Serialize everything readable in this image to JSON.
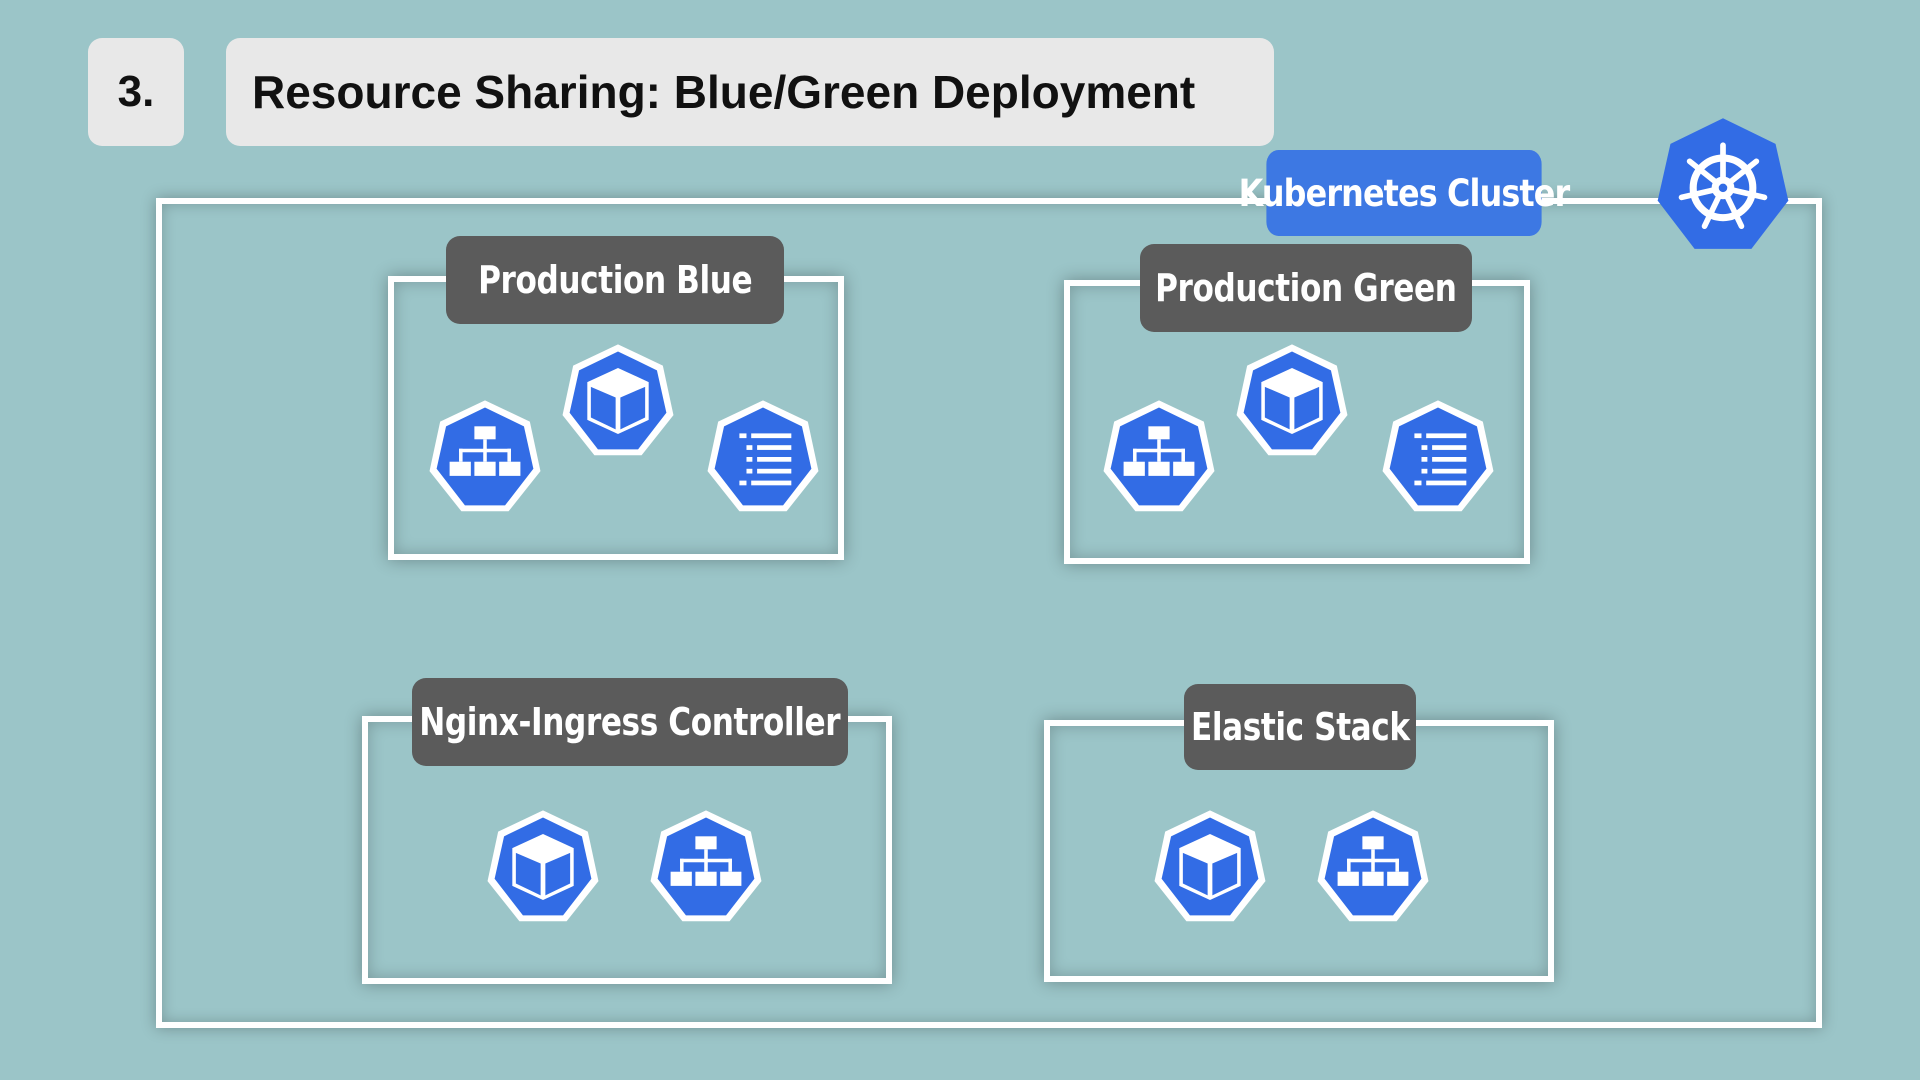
{
  "header": {
    "step_number": "3.",
    "title": "Resource Sharing: Blue/Green Deployment"
  },
  "cluster": {
    "label": "Kubernetes Cluster",
    "logo_icon": "kubernetes-helm-wheel-icon"
  },
  "namespaces": [
    {
      "label": "Production Blue",
      "icons": [
        "service-icon",
        "pod-icon",
        "replicaset-icon"
      ]
    },
    {
      "label": "Production Green",
      "icons": [
        "service-icon",
        "pod-icon",
        "replicaset-icon"
      ]
    },
    {
      "label": "Nginx-Ingress Controller",
      "icons": [
        "pod-icon",
        "service-icon"
      ]
    },
    {
      "label": "Elastic Stack",
      "icons": [
        "pod-icon",
        "service-icon"
      ]
    }
  ],
  "colors": {
    "background": "#9bc5c8",
    "k8s_blue": "#326ce5",
    "cluster_label_bg": "#3d78e3",
    "namespace_label_bg": "#5b5b5b",
    "header_box_bg": "#e8e8e8",
    "border": "#ffffff"
  }
}
